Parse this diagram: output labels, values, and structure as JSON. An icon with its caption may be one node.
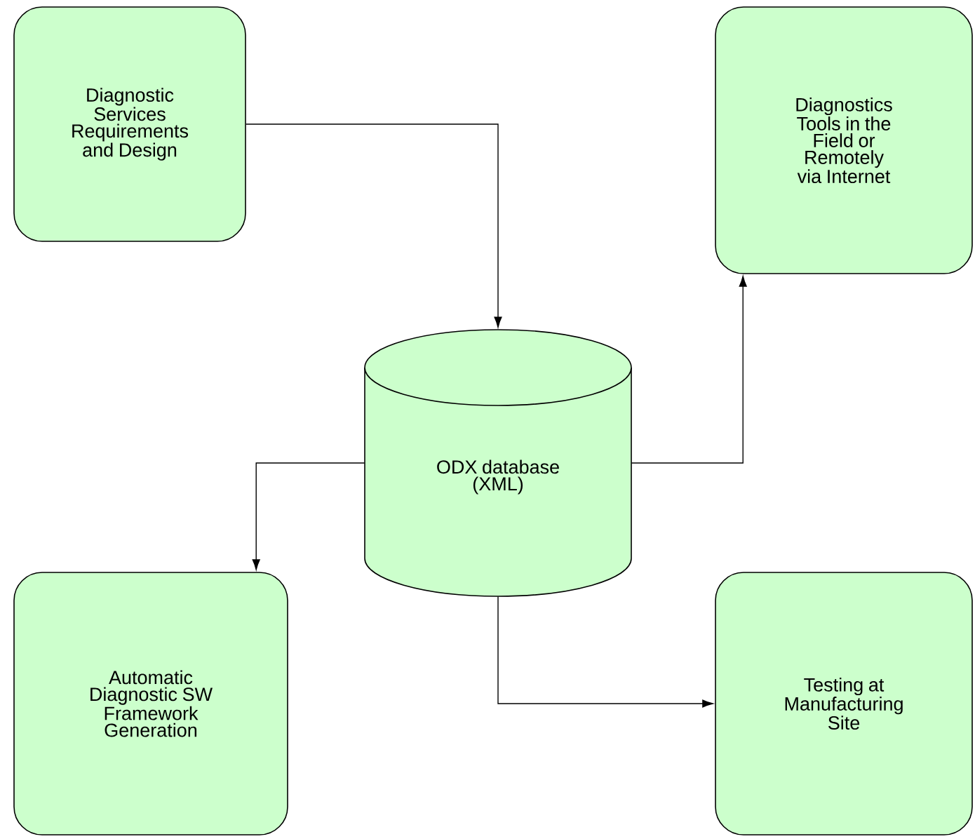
{
  "diagram": {
    "nodes": [
      {
        "text": [
          "Diagnostic Services Requirements and Design"
        ]
      },
      {
        "text": [
          "Diagnostics Tools in the Field or Remotely via Internet"
        ]
      },
      {
        "text": [
          "ODX database (XML)"
        ]
      },
      {
        "text": [
          "Automatic Diagnostic SW Framework Generation"
        ]
      },
      {
        "text": [
          "Testing at Manufacturing Site"
        ]
      }
    ],
    "edges": [
      {
        "from": 0,
        "to": 2,
        "arrow": "to"
      },
      {
        "from": 2,
        "to": 1,
        "arrow": "to"
      },
      {
        "from": 2,
        "to": 3,
        "arrow": "to"
      },
      {
        "from": 2,
        "to": 4,
        "arrow": "to"
      }
    ]
  }
}
